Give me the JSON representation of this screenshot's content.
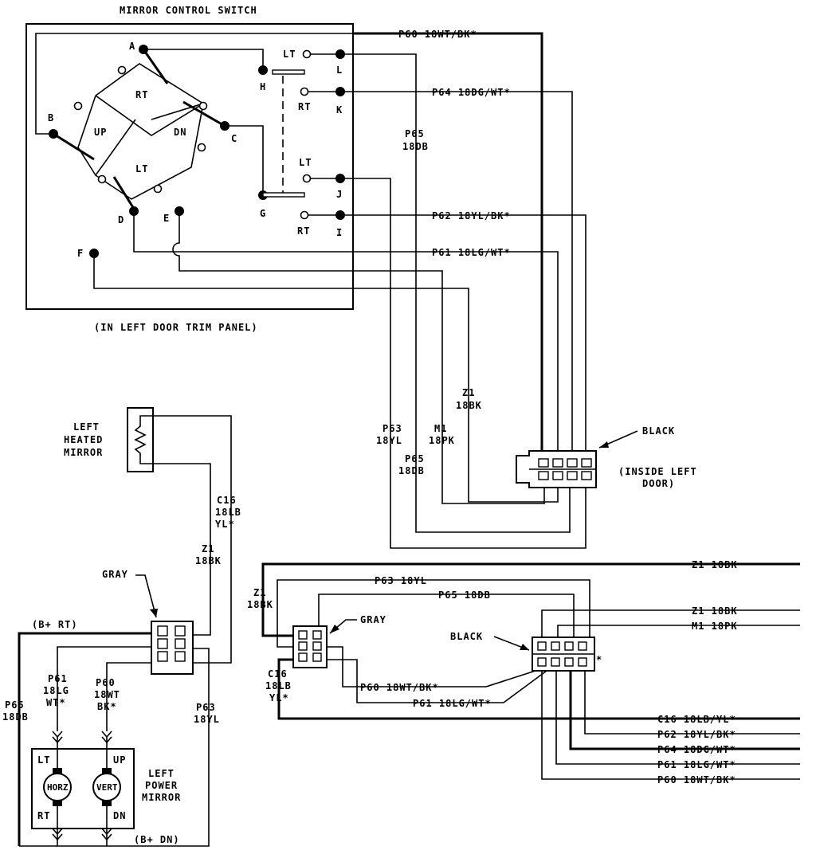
{
  "switch": {
    "title": "MIRROR CONTROL SWITCH",
    "location": "(IN LEFT DOOR TRIM PANEL)",
    "positions": {
      "rt": "RT",
      "up": "UP",
      "dn": "DN",
      "lt": "LT"
    },
    "terminals": {
      "a": "A",
      "b": "B",
      "c": "C",
      "d": "D",
      "e": "E",
      "f": "F",
      "g": "G",
      "h": "H"
    },
    "outputs": {
      "lt1": "LT",
      "l": "L",
      "rt1": "RT",
      "k": "K",
      "lt2": "LT",
      "j": "J",
      "rt2": "RT",
      "i": "I"
    }
  },
  "wires": {
    "p60_top": "P60 18WT/BK*",
    "p64_top": "P64 18DG/WT*",
    "p65_a": "P65",
    "p65_b": "18DB",
    "p62_top": "P62 18YL/BK*",
    "p61_top": "P61 18LG/WT*",
    "z1_a": "Z1",
    "z1_b": "18BK",
    "p63_a": "P63",
    "p63_b": "18YL",
    "m1_a": "M1",
    "m1_b": "18PK",
    "p65m_a": "P65",
    "p65m_b": "18DB",
    "c16_a": "C16",
    "c16_b": "18LB",
    "c16_c": "YL*",
    "z1m_a": "Z1",
    "z1m_b": "18BK",
    "bp_rt": "(B+ RT)",
    "bp_dn": "(B+ DN)",
    "p61m_a": "P61",
    "p61m_b": "18LG",
    "p61m_c": "WT*",
    "p60m_a": "P60",
    "p60m_b": "18WT",
    "p60m_c": "BK*",
    "p63m_a": "P63",
    "p63m_b": "18YL",
    "p65l_a": "P65",
    "p65l_b": "18DB",
    "z1c_a": "Z1",
    "z1c_b": "18BK",
    "c16c_a": "C16",
    "c16c_b": "18LB",
    "c16c_c": "YL*"
  },
  "connectors": {
    "black_door": "BLACK",
    "door_note_a": "(INSIDE LEFT",
    "door_note_b": "DOOR)",
    "gray_mirror": "GRAY",
    "gray_center": "GRAY",
    "black_center": "BLACK"
  },
  "heated_mirror": {
    "l1": "LEFT",
    "l2": "HEATED",
    "l3": "MIRROR"
  },
  "power_mirror": {
    "l1": "LEFT",
    "l2": "POWER",
    "l3": "MIRROR",
    "lt": "LT",
    "up": "UP",
    "rt": "RT",
    "dn": "DN",
    "horz": "HORZ",
    "vert": "VERT"
  },
  "right_labels": {
    "z1_top": "Z1 18BK",
    "p63": "P63 18YL",
    "p65": "P65 18DB",
    "z1_mid": "Z1 18BK",
    "m1": "M1 18PK",
    "p60": "P60 18WT/BK*",
    "p61": "P61 18LG/WT*",
    "c16": "C16 18LB/YL*",
    "p62": "P62 18YL/BK*",
    "p64": "P64 18DG/WT*",
    "p61b": "P61 18LG/WT*",
    "p60b": "P60 18WT/BK*"
  }
}
